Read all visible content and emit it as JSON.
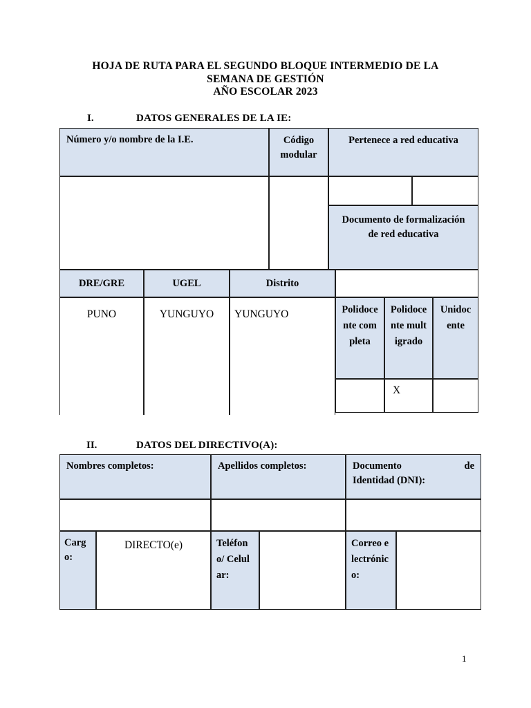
{
  "document": {
    "title_lines": [
      "HOJA DE RUTA PARA EL SEGUNDO BLOQUE INTERMEDIO DE LA",
      "SEMANA DE GESTIÓN",
      "AÑO ESCOLAR 2023"
    ],
    "page_number": "1"
  },
  "colors": {
    "cell_fill": "#d8e2f0",
    "border": "#1e1e1e"
  },
  "section_general": {
    "index": "I.",
    "heading": "DATOS GENERALES DE LA IE:",
    "labels": {
      "nombre": "Número y/o nombre de la I.E.",
      "codigo_modular": "Código modular",
      "red_educativa": "Pertenece a red educativa",
      "doc_formalizacion": "Documento de formalización de red educativa",
      "dre": "DRE/GRE",
      "ugel": "UGEL",
      "distrito": "Distrito",
      "polidocente_completa": "Polidocente completa",
      "polidocente_multigrado": "Polidocente multigrado",
      "unidocente": "Unidocente"
    },
    "values": {
      "dre": "PUNO",
      "ugel": "YUNGUYO",
      "distrito": "YUNGUYO",
      "polidocente_multigrado_mark": "X"
    }
  },
  "section_directivo": {
    "index": "II.",
    "heading": "DATOS DEL DIRECTIVO(A):",
    "labels": {
      "nombres": "Nombres completos:",
      "apellidos": "Apellidos completos:",
      "dni_line1_left": "Documento",
      "dni_line1_right": "de",
      "dni_line2": "Identidad (DNI):",
      "cargo": "Cargo:",
      "telefono": "Teléfono/ Celular:",
      "correo": "Correo electrónico:"
    },
    "values": {
      "cargo": "DIRECTO(e)"
    }
  }
}
